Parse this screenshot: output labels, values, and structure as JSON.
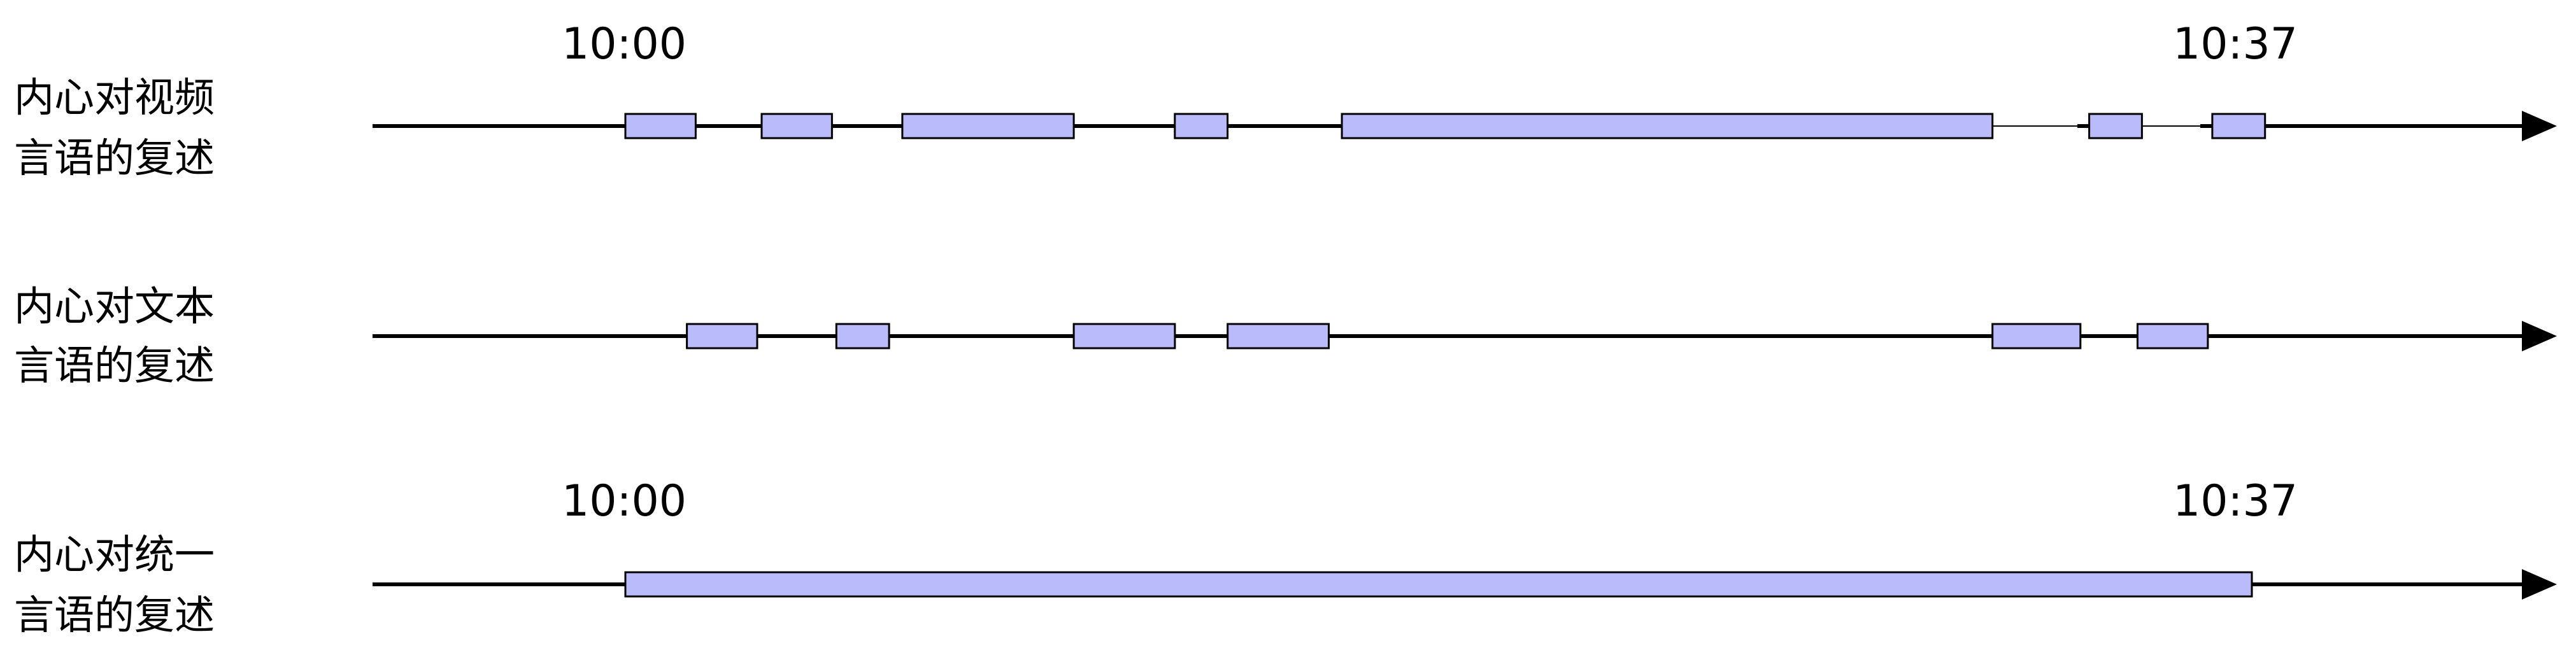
{
  "time_axis": {
    "start_minutes": 0,
    "end_minutes": 37
  },
  "colors": {
    "segment_fill": "#babbfb",
    "line": "#000000",
    "background": "#ffffff"
  },
  "rows": [
    {
      "id": "video",
      "label_line1": "内心对视频",
      "label_line2": "言语的复述",
      "time_start_label": "10:00",
      "time_end_label": "10:37",
      "segments": [
        [
          0.0,
          1.6
        ],
        [
          3.1,
          4.7
        ],
        [
          6.3,
          10.2
        ],
        [
          12.5,
          13.7
        ],
        [
          16.3,
          31.1
        ],
        [
          33.3,
          34.5
        ],
        [
          36.1,
          37.3
        ]
      ]
    },
    {
      "id": "text",
      "label_line1": "内心对文本",
      "label_line2": "言语的复述",
      "segments": [
        [
          1.4,
          3.0
        ],
        [
          4.8,
          6.0
        ],
        [
          10.2,
          12.5
        ],
        [
          13.7,
          16.0
        ],
        [
          31.1,
          33.1
        ],
        [
          34.4,
          36.0
        ]
      ]
    },
    {
      "id": "unified",
      "label_line1": "内心对统一",
      "label_line2": "言语的复述",
      "time_start_label": "10:00",
      "time_end_label": "10:37",
      "segments": [
        [
          0.0,
          37.0
        ]
      ]
    }
  ]
}
